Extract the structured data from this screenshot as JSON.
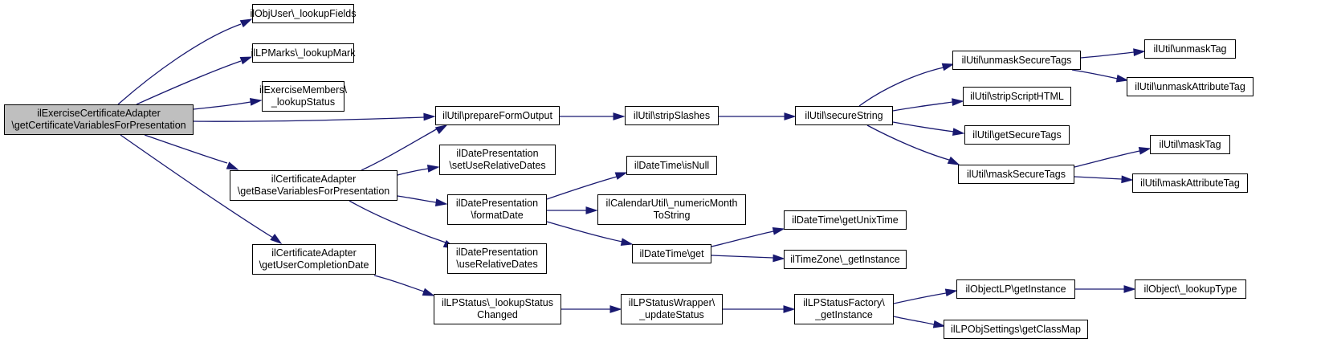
{
  "graph": {
    "edge_color": "#191970",
    "root_fill": "#bfbfbf",
    "nodes": {
      "root": [
        "ilExerciseCertificateAdapter",
        "\\getCertificateVariablesForPresentation"
      ],
      "objuser_lookupfields": [
        "ilObjUser\\_lookupFields"
      ],
      "lpmarks_lookupmark": [
        "ilLPMarks\\_lookupMark"
      ],
      "exmembers_lookupstatus": [
        "ilExerciseMembers\\",
        "_lookupStatus"
      ],
      "certadapter_getbasevars": [
        "ilCertificateAdapter",
        "\\getBaseVariablesForPresentation"
      ],
      "certadapter_getusercompletion": [
        "ilCertificateAdapter",
        "\\getUserCompletionDate"
      ],
      "util_prepareformoutput": [
        "ilUtil\\prepareFormOutput"
      ],
      "datepres_setuserelative": [
        "ilDatePresentation",
        "\\setUseRelativeDates"
      ],
      "datepres_formatdate": [
        "ilDatePresentation",
        "\\formatDate"
      ],
      "datepres_userelative": [
        "ilDatePresentation",
        "\\useRelativeDates"
      ],
      "lpstatus_lookupchanged": [
        "ilLPStatus\\_lookupStatus",
        "Changed"
      ],
      "util_stripslashes": [
        "ilUtil\\stripSlashes"
      ],
      "datetime_isnull": [
        "ilDateTime\\isNull"
      ],
      "calutil_numericmonth": [
        "ilCalendarUtil\\_numericMonth",
        "ToString"
      ],
      "datetime_get": [
        "ilDateTime\\get"
      ],
      "lpstatuswrapper_update": [
        "ilLPStatusWrapper\\",
        "_updateStatus"
      ],
      "util_securestring": [
        "ilUtil\\secureString"
      ],
      "datetime_getunixtime": [
        "ilDateTime\\getUnixTime"
      ],
      "timezone_getinstance": [
        "ilTimeZone\\_getInstance"
      ],
      "lpstatusfactory_getinstance": [
        "ilLPStatusFactory\\",
        "_getInstance"
      ],
      "util_unmasksecuretags": [
        "ilUtil\\unmaskSecureTags"
      ],
      "util_stripscripthtml": [
        "ilUtil\\stripScriptHTML"
      ],
      "util_getsecuretags": [
        "ilUtil\\getSecureTags"
      ],
      "util_masksecuretags": [
        "ilUtil\\maskSecureTags"
      ],
      "objectlp_getinstance": [
        "ilObjectLP\\getInstance"
      ],
      "lpobjsettings_getclassmap": [
        "ilLPObjSettings\\getClassMap"
      ],
      "util_unmasktag": [
        "ilUtil\\unmaskTag"
      ],
      "util_unmaskattributetag": [
        "ilUtil\\unmaskAttributeTag"
      ],
      "util_masktag": [
        "ilUtil\\maskTag"
      ],
      "util_maskattributetag": [
        "ilUtil\\maskAttributeTag"
      ],
      "object_lookuptype": [
        "ilObject\\_lookupType"
      ]
    }
  }
}
